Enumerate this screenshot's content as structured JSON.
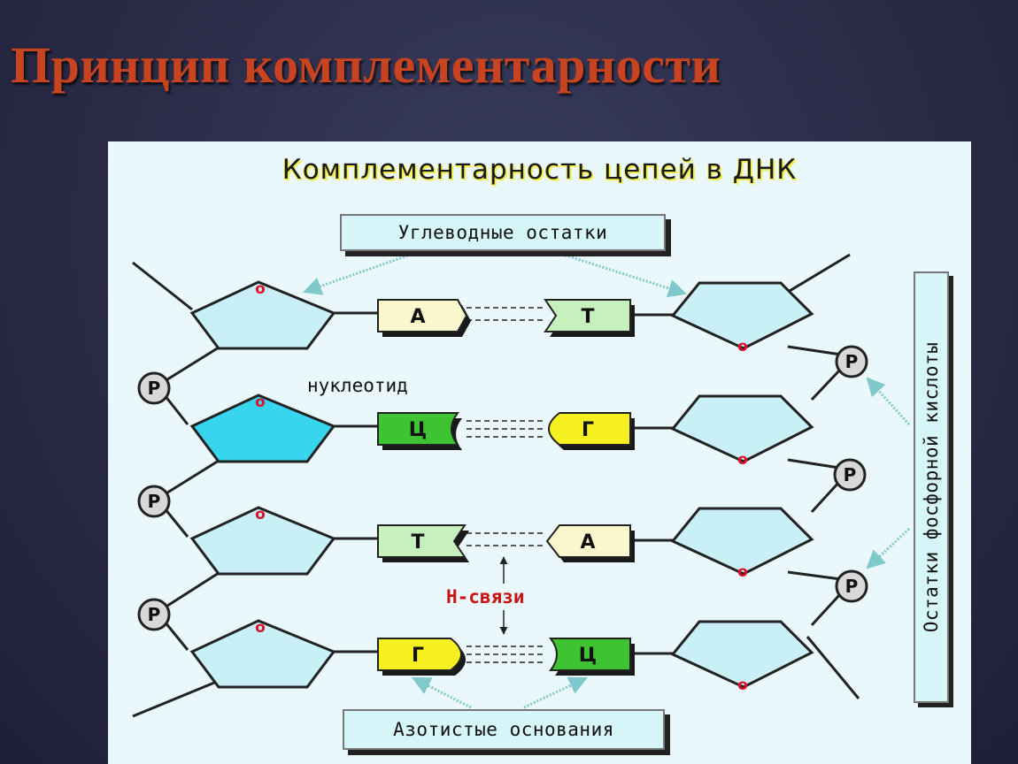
{
  "slide": {
    "title": "Принцип комплементарности"
  },
  "diagram": {
    "title": "Комплементарность цепей в ДНК",
    "carbohydrate_label": "Углеводные остатки",
    "phosphate_label": "Остатки фосфорной кислоты",
    "nitrogen_label": "Азотистые основания",
    "nucleotide_label": "нуклеотид",
    "hbond_label": "Н-связи",
    "sugar_oxygen": "о",
    "phosphate_symbol": "Р",
    "pairs": [
      {
        "left": "А",
        "right": "Т"
      },
      {
        "left": "Ц",
        "right": "Г"
      },
      {
        "left": "Т",
        "right": "А"
      },
      {
        "left": "Г",
        "right": "Ц"
      }
    ],
    "colors": {
      "sugar": "#c8f0f6",
      "sugar_highlight": "#37d6ee",
      "oxygen": "#e0102a",
      "hbond_text": "#c81414",
      "adenine": "#fbf7cc",
      "thymine": "#c6f0bc",
      "cytosine": "#3ec432",
      "guanine": "#f6f020",
      "title_glow": "#f3ef4a"
    }
  }
}
